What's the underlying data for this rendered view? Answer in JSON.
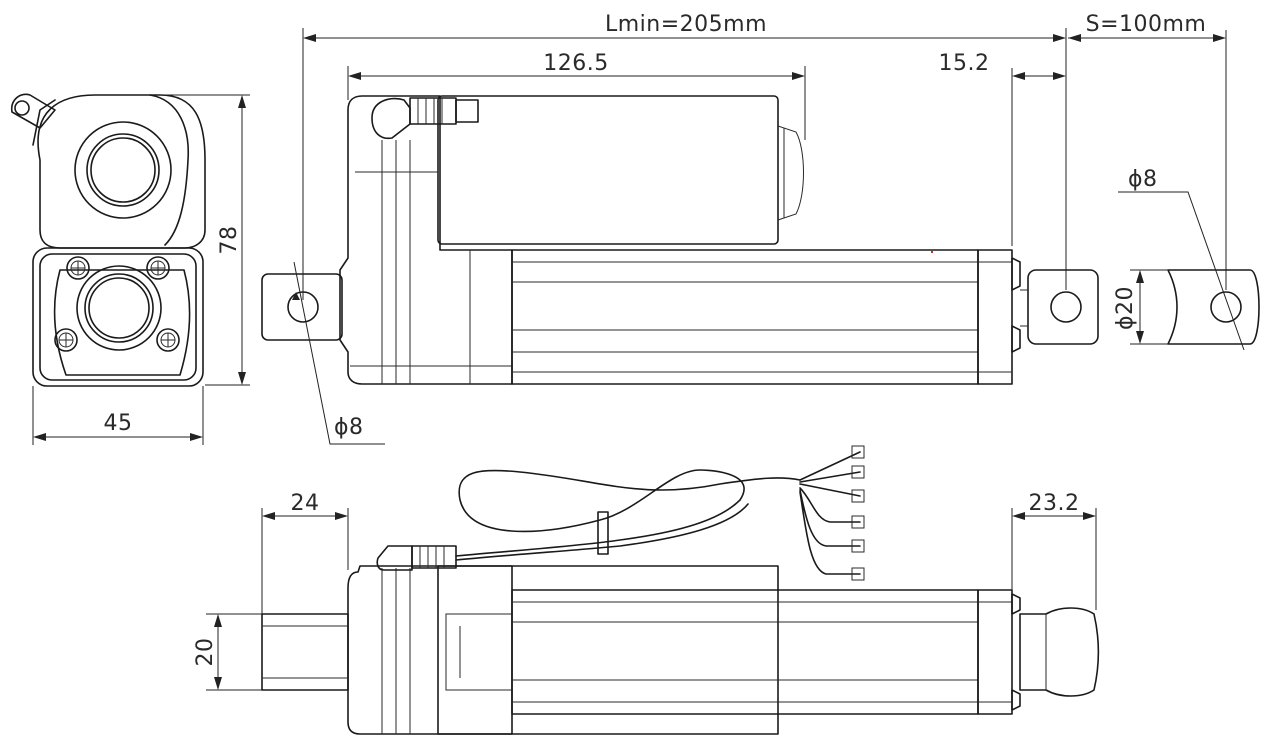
{
  "dimensions": {
    "lmin": "Lmin=205mm",
    "stroke": "S=100mm",
    "motor_length": "126.5",
    "rod_end": "15.2",
    "hole_side_view": "ϕ8",
    "hole_end_view": "ϕ8",
    "rod_diameter": "ϕ20",
    "height": "78",
    "width": "45",
    "rear_clevis": "24",
    "front_rod": "23.2",
    "clevis_width": "20"
  },
  "colors": {
    "line": "#1a1a1a",
    "background": "#ffffff",
    "accent_mark": "#d12b2b"
  }
}
